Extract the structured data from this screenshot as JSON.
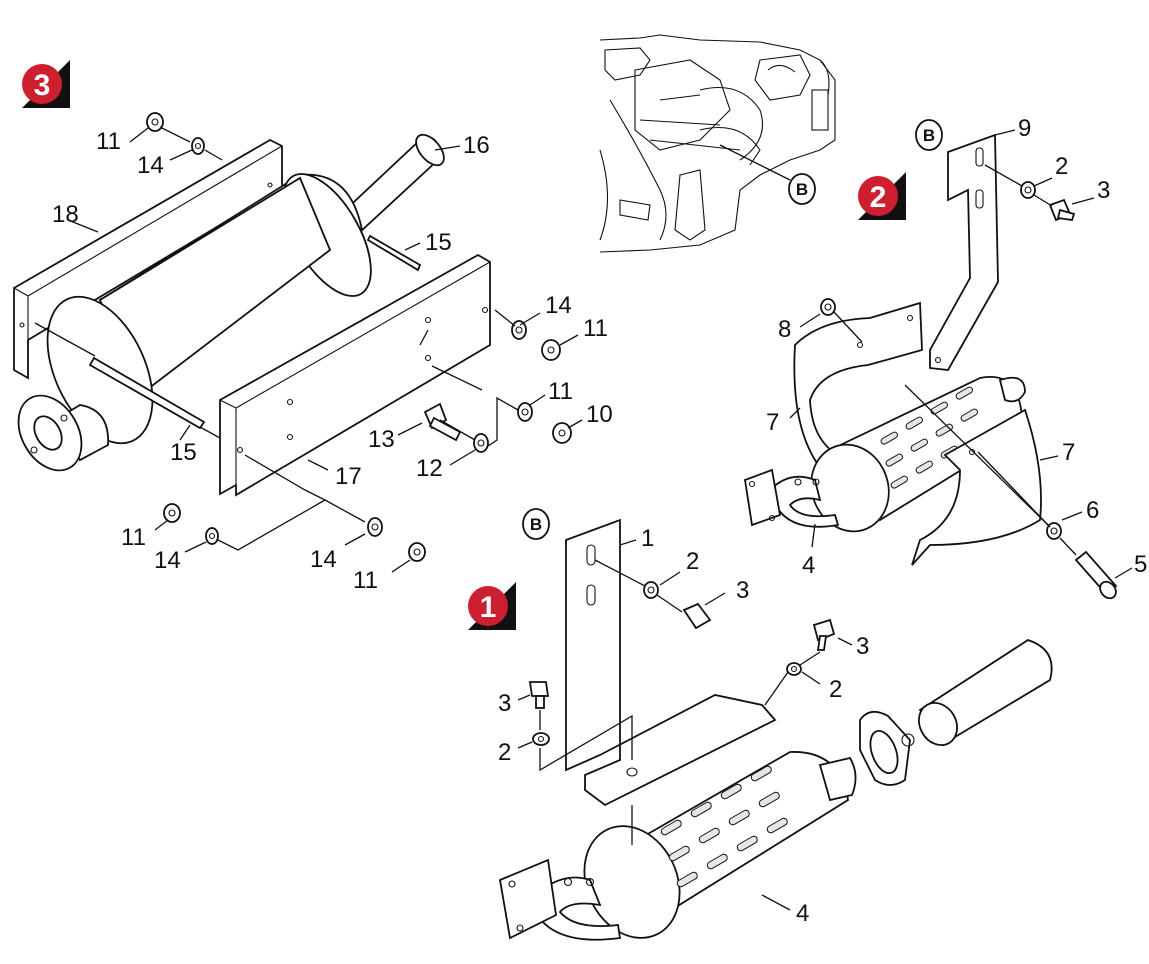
{
  "badges": {
    "one": "1",
    "two": "2",
    "three": "3"
  },
  "badge_color": "#cc1f2f",
  "ref_marker": "B",
  "labels": {
    "s3_11a": "11",
    "s3_14a": "14",
    "s3_16": "16",
    "s3_18": "18",
    "s3_15a": "15",
    "s3_14b": "14",
    "s3_11b": "11",
    "s3_11c": "11",
    "s3_10": "10",
    "s3_13": "13",
    "s3_12": "12",
    "s3_15b": "15",
    "s3_17": "17",
    "s3_11d": "11",
    "s3_14c": "14",
    "s3_14d": "14",
    "s3_11e": "11",
    "s2_9": "9",
    "s2_2": "2",
    "s2_3": "3",
    "s2_8": "8",
    "s2_7a": "7",
    "s2_7b": "7",
    "s2_6": "6",
    "s2_5": "5",
    "s2_4": "4",
    "s1_1": "1",
    "s1_2a": "2",
    "s1_3a": "3",
    "s1_3b": "3",
    "s1_2b": "2",
    "s1_3c": "3",
    "s1_2c": "2",
    "s1_4": "4"
  }
}
